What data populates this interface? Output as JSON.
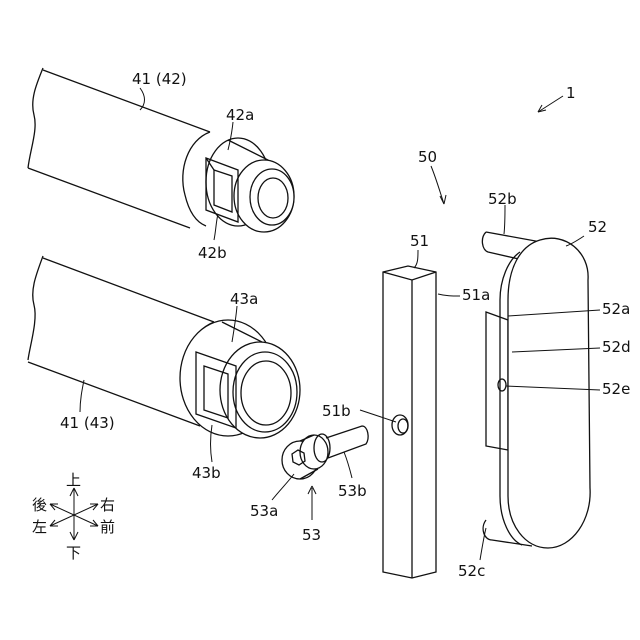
{
  "labels": {
    "fig_ref": "1",
    "rod_upper": "41 (42)",
    "rod_lower": "41 (43)",
    "p42a": "42a",
    "p42b": "42b",
    "p43a": "43a",
    "p43b": "43b",
    "p50": "50",
    "p51": "51",
    "p51a": "51a",
    "p51b": "51b",
    "p52": "52",
    "p52a": "52a",
    "p52b": "52b",
    "p52c": "52c",
    "p52d": "52d",
    "p52e": "52e",
    "p53": "53",
    "p53a": "53a",
    "p53b": "53b"
  },
  "compass": {
    "up": "上",
    "down": "下",
    "rear": "後",
    "right": "右",
    "left": "左",
    "front": "前"
  }
}
